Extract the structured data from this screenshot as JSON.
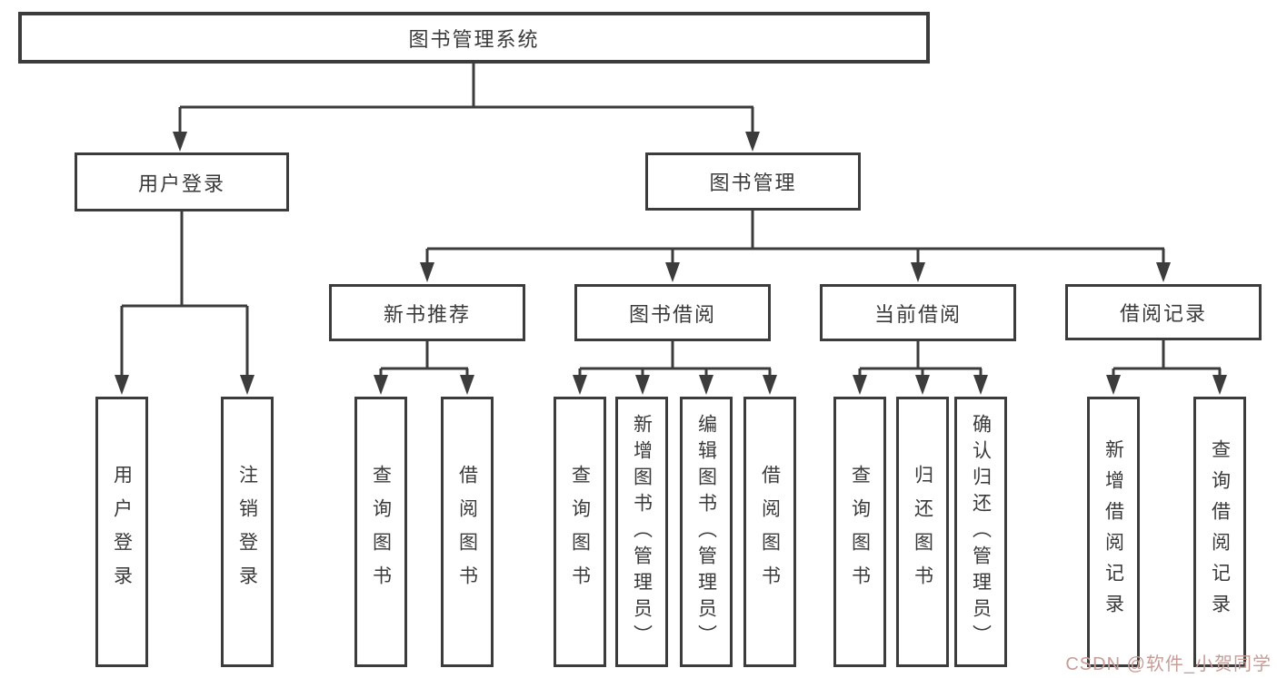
{
  "diagram": {
    "title": "图书管理系统",
    "type": "hierarchy-tree"
  },
  "nodes": {
    "root": {
      "label": "图书管理系统"
    },
    "user_login": {
      "label": "用户登录"
    },
    "book_mgmt": {
      "label": "图书管理"
    },
    "new_book_rec": {
      "label": "新书推荐"
    },
    "book_borrow": {
      "label": "图书借阅"
    },
    "current_borrow": {
      "label": "当前借阅"
    },
    "borrow_records": {
      "label": "借阅记录"
    },
    "leaf_user_login": {
      "label": "用户登录"
    },
    "leaf_logout": {
      "label": "注销登录"
    },
    "leaf_rec_query": {
      "label": "查询图书"
    },
    "leaf_rec_borrow": {
      "label": "借阅图书"
    },
    "leaf_bb_query": {
      "label": "查询图书"
    },
    "leaf_bb_add": {
      "label": "新增图书（管理员）"
    },
    "leaf_bb_edit": {
      "label": "编辑图书（管理员）"
    },
    "leaf_bb_borrow": {
      "label": "借阅图书"
    },
    "leaf_cb_query": {
      "label": "查询图书"
    },
    "leaf_cb_return": {
      "label": "归还图书"
    },
    "leaf_cb_confirm": {
      "label": "确认归还（管理员）"
    },
    "leaf_br_add": {
      "label": "新增借阅记录"
    },
    "leaf_br_query": {
      "label": "查询借阅记录"
    }
  },
  "watermark": {
    "text": "CSDN @软件_小贺同学",
    "color": "#c79d98"
  },
  "colors": {
    "line": "#3c3c3c",
    "border": "#3c3c3c",
    "text": "#3a3a3a",
    "background": "#ffffff"
  }
}
